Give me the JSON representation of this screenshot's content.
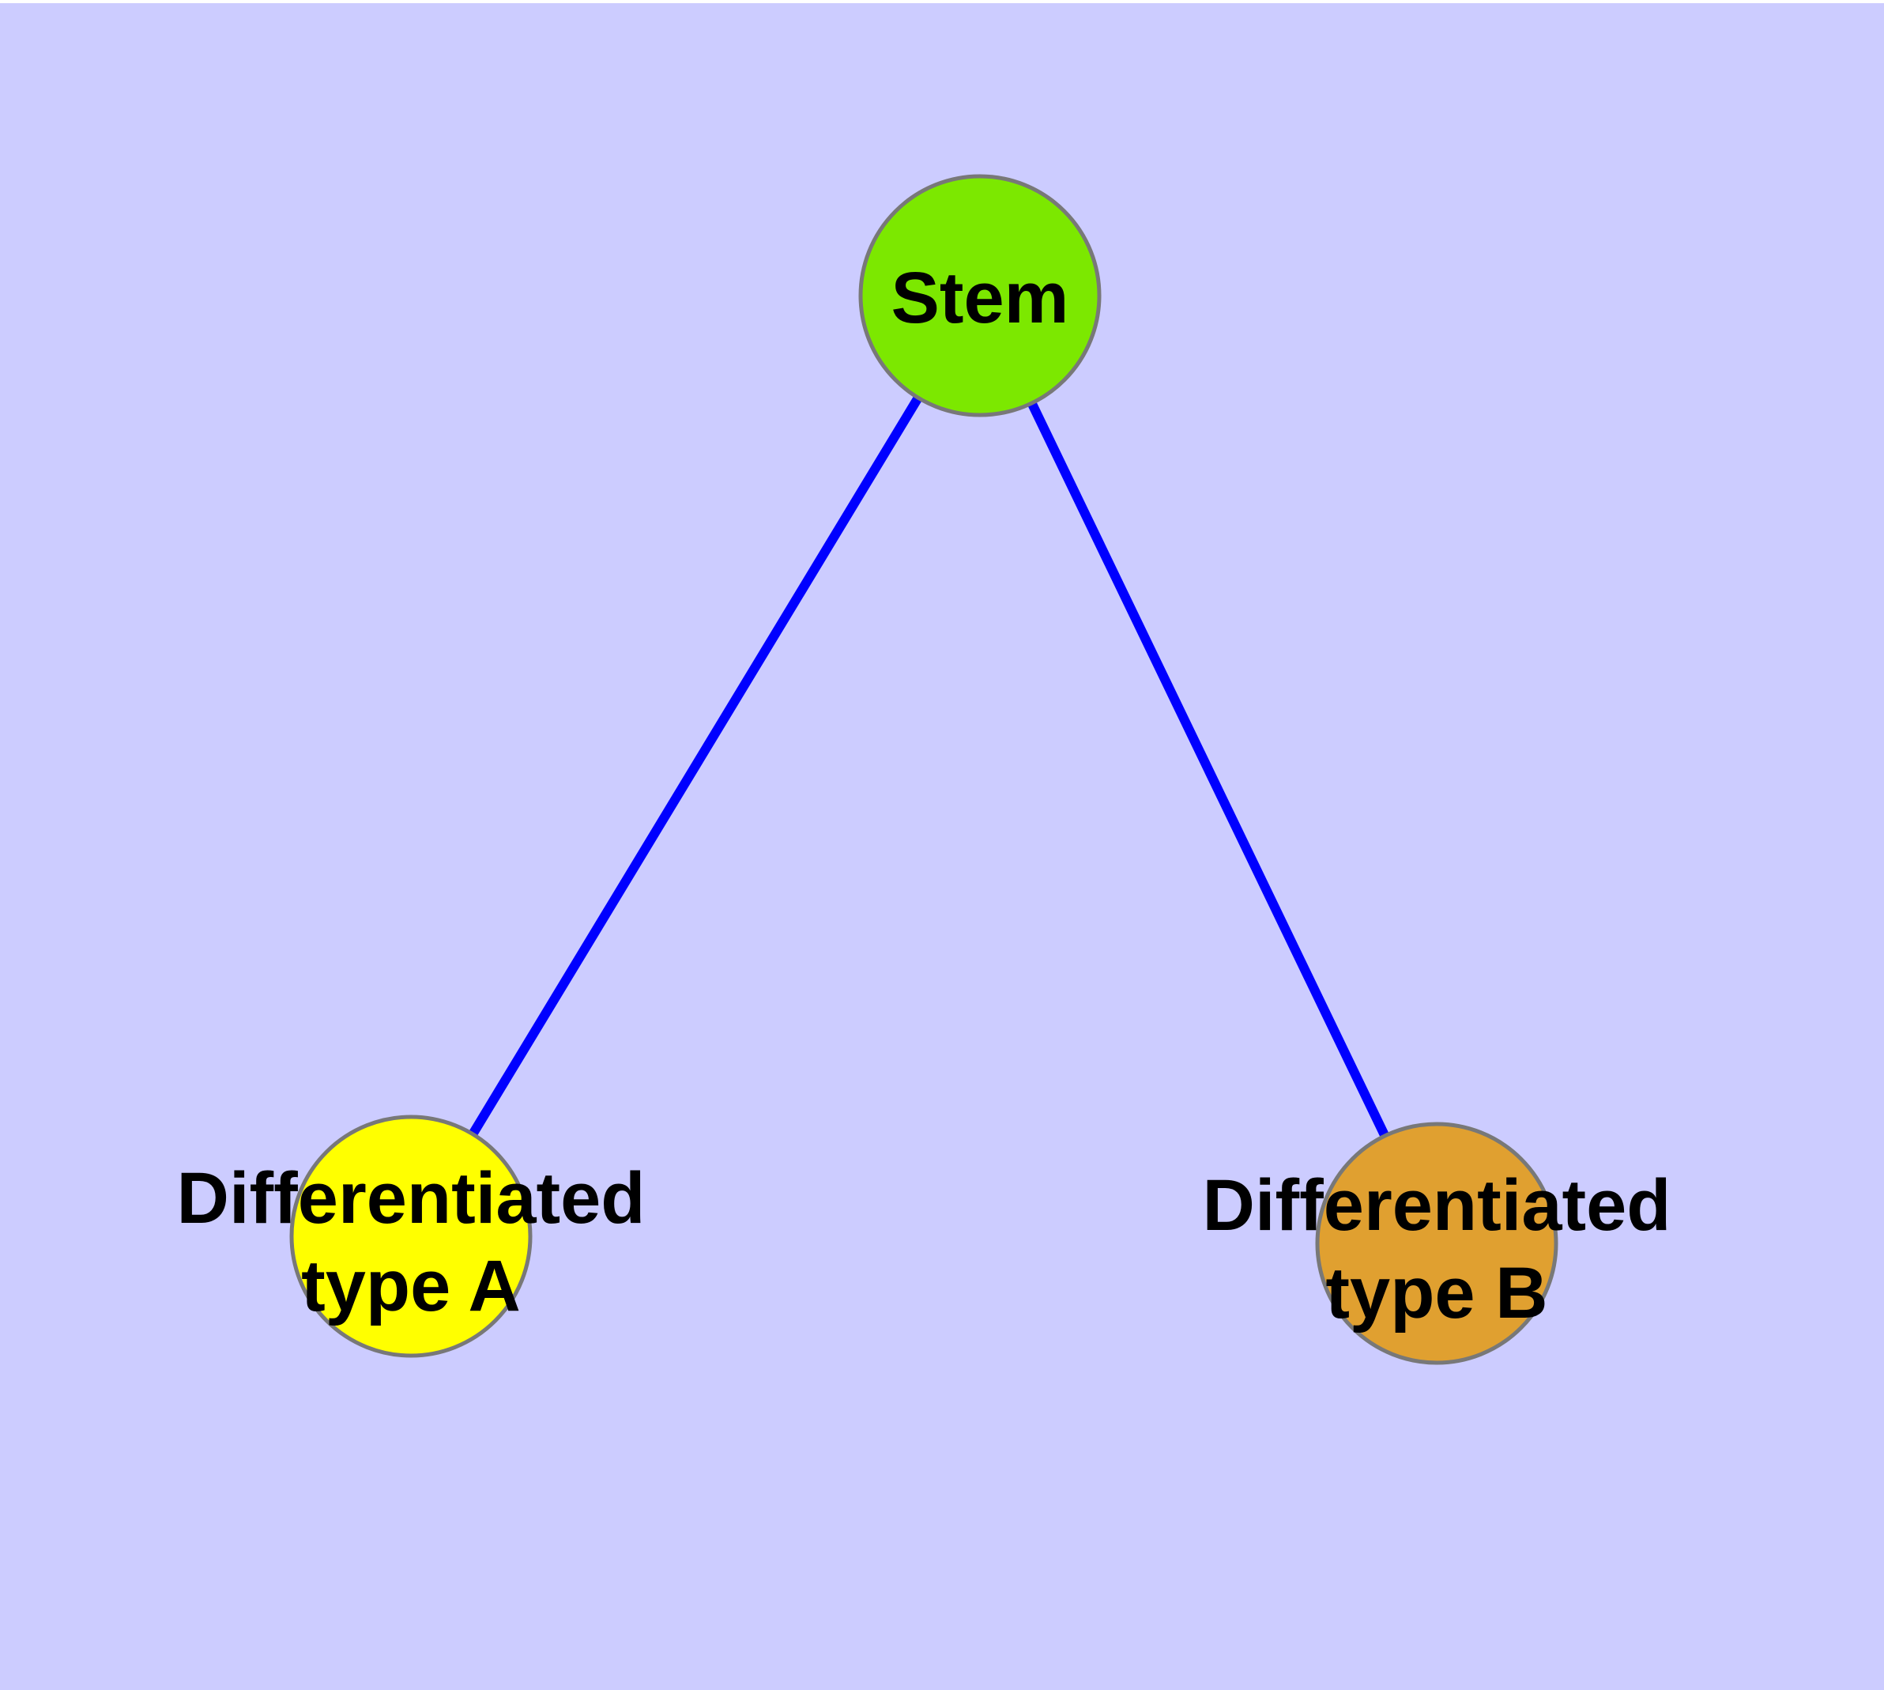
{
  "diagram": {
    "type": "graph",
    "colors": {
      "page_margin": "#FFFFFF",
      "background": "#CCCCFF",
      "edge": "#0000FF",
      "node_border": "#787878",
      "label": "#000000"
    },
    "nodes": [
      {
        "id": "stem",
        "label": "Stem",
        "line1": "Stem",
        "fill": "#7CE800"
      },
      {
        "id": "differentiated-type-a",
        "label": "Differentiated type A",
        "line1": "Differentiated",
        "line2": "type A",
        "fill": "#FFFF00"
      },
      {
        "id": "differentiated-type-b",
        "label": "Differentiated type B",
        "line1": "Differentiated",
        "line2": "type B",
        "fill": "#E0A030"
      }
    ],
    "edges": [
      {
        "from": "stem",
        "to": "differentiated-type-a"
      },
      {
        "from": "stem",
        "to": "differentiated-type-b"
      }
    ]
  }
}
